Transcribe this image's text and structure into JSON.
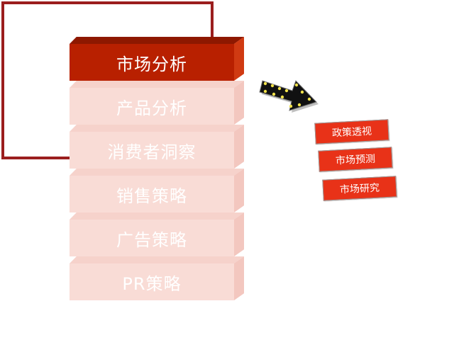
{
  "stack": {
    "items": [
      {
        "label": "市场分析",
        "state": "active"
      },
      {
        "label": "产品分析",
        "state": "faded"
      },
      {
        "label": "消费者洞察",
        "state": "faded"
      },
      {
        "label": "销售策略",
        "state": "faded"
      },
      {
        "label": "广告策略",
        "state": "faded"
      },
      {
        "label": "PR策略",
        "state": "faded"
      }
    ]
  },
  "tags": [
    "政策透视",
    "市场预测",
    "市场研究"
  ],
  "colors": {
    "active": "#b82000",
    "faded": "#f9dcd6",
    "frame": "#9b1e1e",
    "tag": "#e83218"
  }
}
